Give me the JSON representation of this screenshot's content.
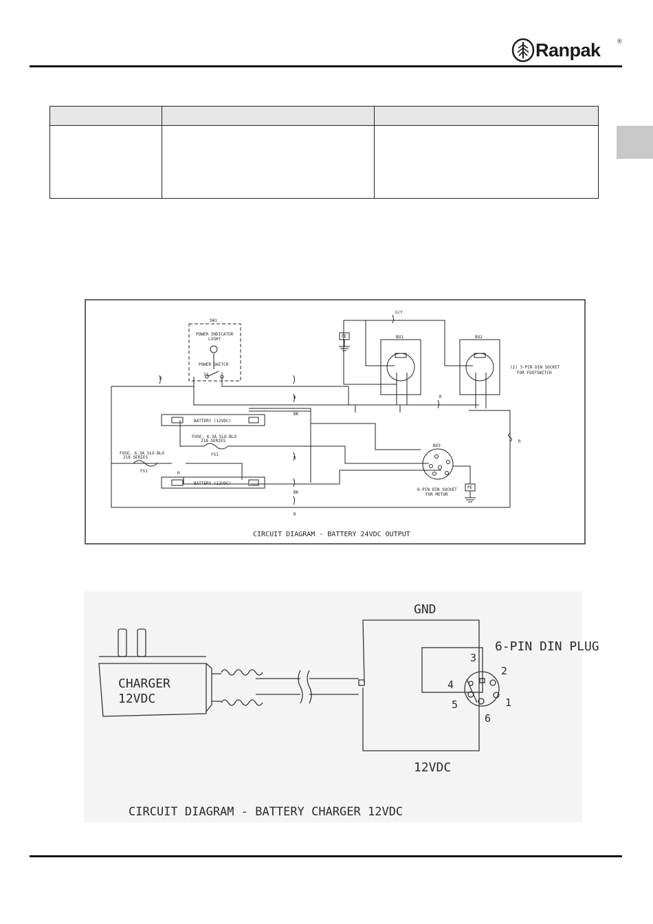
{
  "header": {
    "brand": "Ranpak",
    "registered_mark": "®"
  },
  "table": {
    "rows": [
      [
        "",
        "",
        ""
      ],
      [
        "",
        "",
        ""
      ]
    ]
  },
  "diagram1": {
    "sw1": "SW1",
    "power_indicator": "POWER INDICATOR",
    "light": "LIGHT",
    "power_switch": "POWER SWITCH",
    "pin_1a": "1a",
    "pin_2": "2",
    "wire_r": "R",
    "wire_bk": "BK",
    "wire_gy": "G/Y",
    "pe": "PE",
    "bu1": "BU1",
    "bu2": "BU2",
    "bu3": "BU3",
    "footswitch_socket_line1": "(2) 3-PIN DIN SOCKET",
    "footswitch_socket_line2": "FOR FOOTSWITCH",
    "battery": "BATTERY (12VDC)",
    "fuse_line1": "FUSE, 6.3A SLO-BLO",
    "fuse_line2": "218 SERIES",
    "fs1": "FS1",
    "motor_socket_line1": "6-PIN DIN SOCKET",
    "motor_socket_line2": "FOR MOTOR",
    "caption": "CIRCUIT DIAGRAM - BATTERY 24VDC OUTPUT"
  },
  "diagram2": {
    "charger_line1": "CHARGER",
    "charger_line2": "12VDC",
    "gnd": "GND",
    "plug": "6-PIN DIN PLUG",
    "v12": "12VDC",
    "pins": [
      "1",
      "2",
      "3",
      "4",
      "5",
      "6"
    ],
    "caption": "CIRCUIT DIAGRAM - BATTERY CHARGER 12VDC"
  }
}
